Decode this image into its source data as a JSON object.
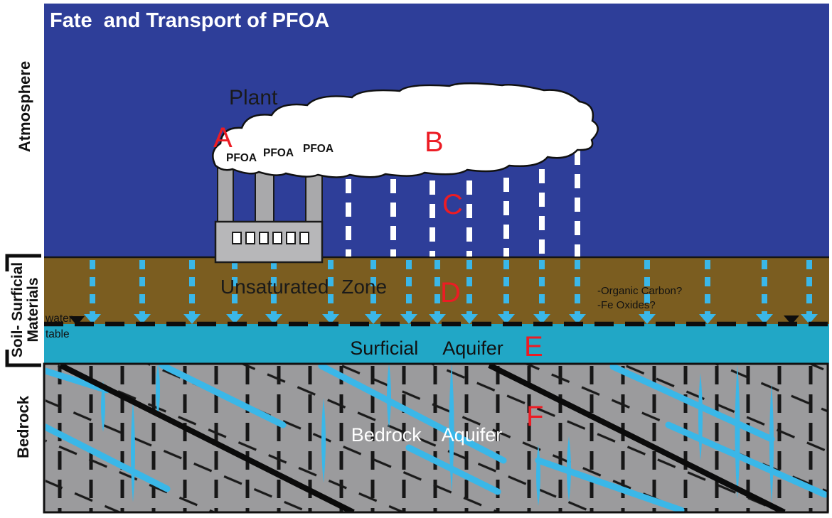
{
  "title": "Fate  and Transport of PFOA",
  "side_labels": {
    "atmosphere": "Atmosphere",
    "soil_line1": "Soil- Surficial",
    "soil_line2": "Materials",
    "bedrock": "Bedrock"
  },
  "atmosphere": {
    "plant_label": "Plant",
    "emissions": [
      "PFOA",
      "PFOA",
      "PFOA"
    ]
  },
  "markers": {
    "a": "A",
    "b": "B",
    "c": "C",
    "d": "D",
    "e": "E",
    "f": "F"
  },
  "unsaturated_zone": {
    "label": "Unsaturated Zone",
    "notes": [
      "-Organic Carbon?",
      "-Fe Oxides?"
    ]
  },
  "water_table": {
    "line1": "water",
    "line2": "table"
  },
  "surficial_aquifer": {
    "label": "Surficial Aquifer"
  },
  "bedrock_aquifer": {
    "label": "Bedrock Aquifer"
  },
  "colors": {
    "atmosphere": "#2e3e99",
    "unsaturated_zone": "#7b5d20",
    "surficial_aquifer": "#21a7c6",
    "bedrock": "#9b9b9d",
    "percolation_arrow": "#3ab7e8",
    "rain": "#ffffff",
    "marker": "#ec1c24",
    "cloud": "#ffffff"
  }
}
